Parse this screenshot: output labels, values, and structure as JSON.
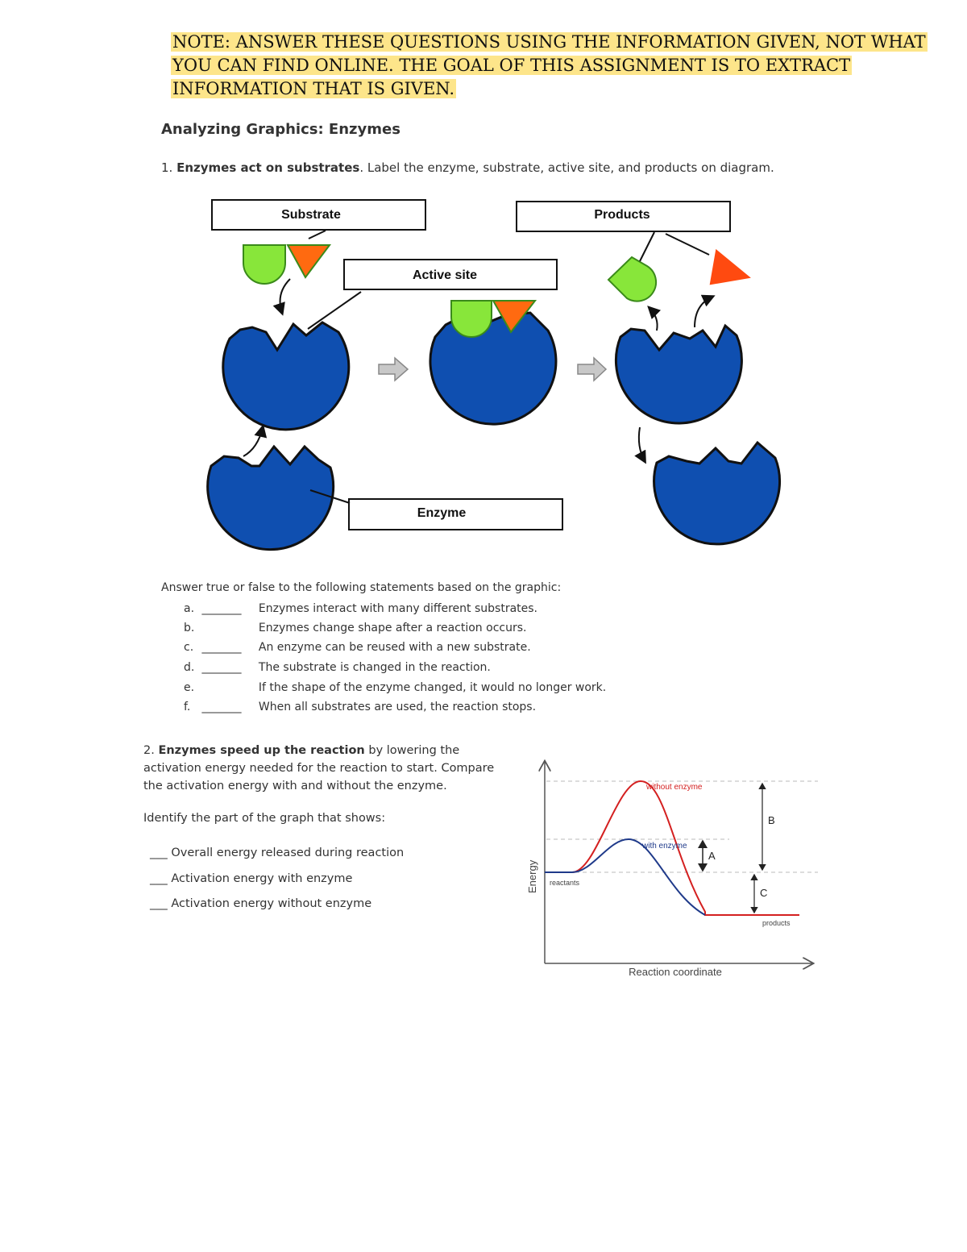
{
  "note": "NOTE: ANSWER THESE QUESTIONS USING THE INFORMATION GIVEN, NOT WHAT YOU CAN FIND ONLINE. THE GOAL OF THIS ASSIGNMENT IS TO EXTRACT INFORMATION THAT IS GIVEN.",
  "heading": "Analyzing Graphics: Enzymes",
  "q1": {
    "number": "1.",
    "bold": "Enzymes act on substrates",
    "rest": ".  Label the enzyme, substrate, active site, and products on diagram."
  },
  "diagram_labels": {
    "substrate": "Substrate",
    "products": "Products",
    "active_site": "Active site",
    "enzyme": "Enzyme"
  },
  "tf": {
    "intro": "Answer true or false to the following statements based on the graphic:",
    "items": [
      {
        "label": "a.",
        "blank": "_______",
        "text": "Enzymes interact with  many different  substrates."
      },
      {
        "label": "b.",
        "blank": "",
        "text": "Enzymes change shape after a reaction occurs."
      },
      {
        "label": "c.",
        "blank": "_______",
        "text": "An enzyme can be reused with a new substrate."
      },
      {
        "label": "d.",
        "blank": "_______",
        "text": "The substrate is changed in the reaction."
      },
      {
        "label": "e.",
        "blank": "",
        "text": "If the shape of the enzyme changed, it would no longer work."
      },
      {
        "label": "f.",
        "blank": "_______",
        "text": "When all substrates are used, the reaction stops."
      }
    ]
  },
  "q2": {
    "number": "2.",
    "bold": "Enzymes speed up the reaction",
    "rest": " by lowering the activation energy needed for the reaction to start. Compare the activation energy with and without the enzyme.",
    "identify": "Identify the part of the graph that shows:",
    "items": [
      "___ Overall energy released during reaction",
      "___ Activation energy with enzyme",
      "___ Activation energy without enzyme"
    ]
  },
  "chart_data": {
    "type": "line",
    "title": "",
    "xlabel": "Reaction coordinate",
    "ylabel": "Energy",
    "series": [
      {
        "name": "without enzyme",
        "color": "#d42020"
      },
      {
        "name": "with enzyme",
        "color": "#1f3a8a"
      }
    ],
    "annotations": [
      "reactants",
      "products",
      "A",
      "B",
      "C"
    ]
  }
}
